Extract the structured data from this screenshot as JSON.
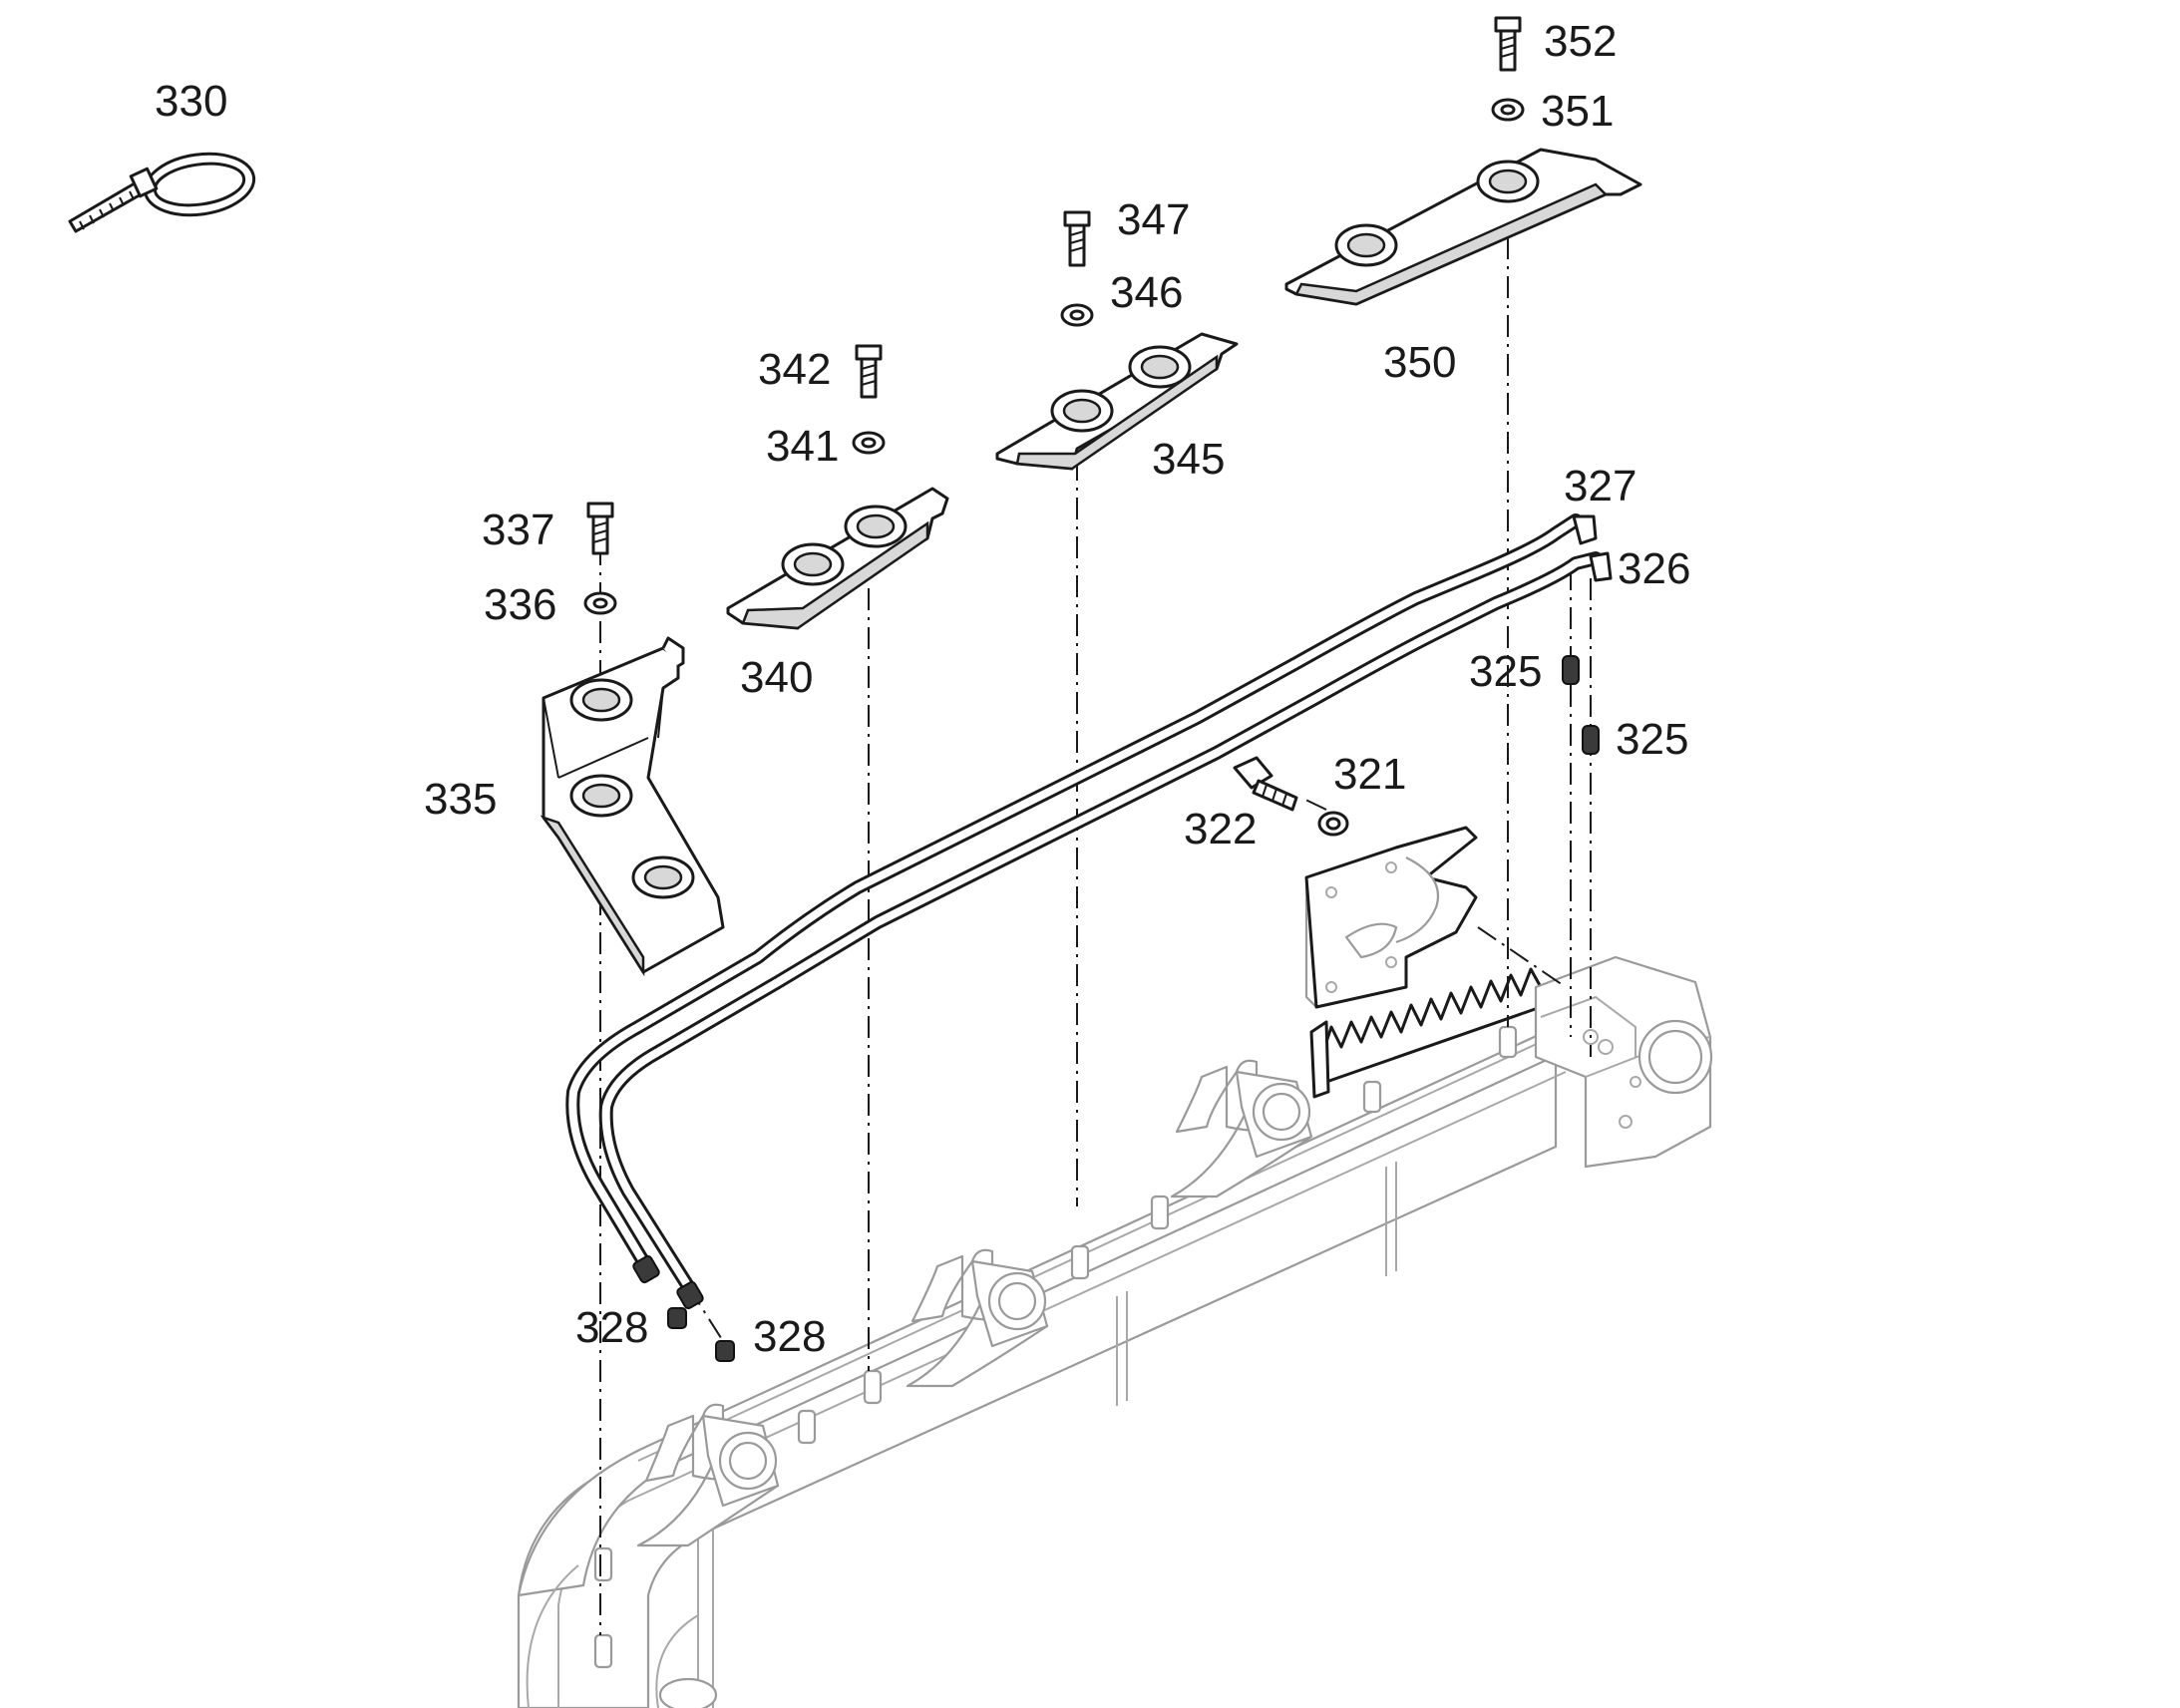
{
  "callouts": {
    "c321": "321",
    "c322": "322",
    "c325a": "325",
    "c325b": "325",
    "c326": "326",
    "c327": "327",
    "c328a": "328",
    "c328b": "328",
    "c330": "330",
    "c335": "335",
    "c336": "336",
    "c337": "337",
    "c340": "340",
    "c341": "341",
    "c342": "342",
    "c345": "345",
    "c346": "346",
    "c347": "347",
    "c350": "350",
    "c351": "351",
    "c352": "352"
  },
  "colors": {
    "line": "#1a1a1a",
    "ghost": "#9a9a9a",
    "background": "#ffffff"
  }
}
